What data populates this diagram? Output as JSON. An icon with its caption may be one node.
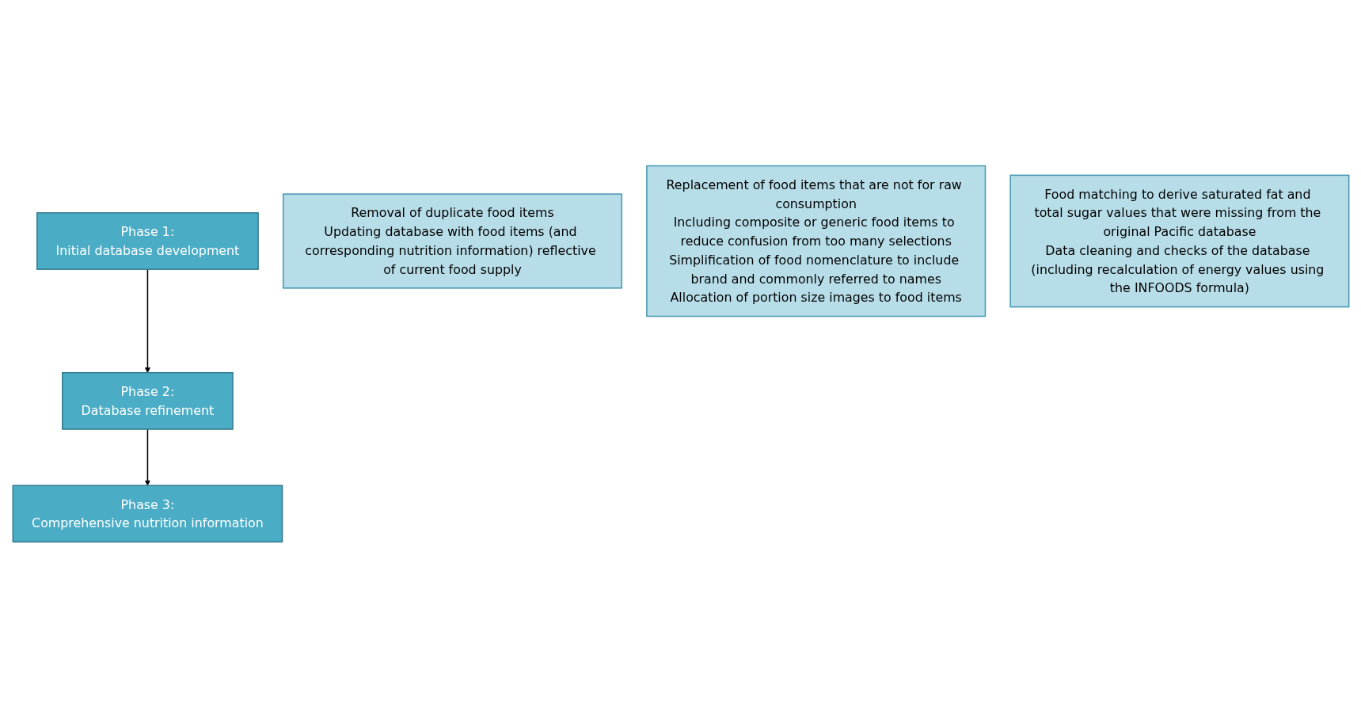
{
  "diagram": {
    "nodes": [
      {
        "text": [
          "Phase 1:",
          "Initial database development"
        ]
      },
      {
        "text": [
          "Removal of duplicate food items",
          "Updating database with food items (and corresponding nutrition information) reflective of current food supply"
        ]
      },
      {
        "text": [
          "Phase 2:",
          "Database refinement"
        ]
      },
      {
        "text": [
          "Replacement of food items that are not for raw consumption",
          "Including composite or generic food items to reduce confusion from too many selections",
          "Simplification of food nomenclature to include brand and commonly referred to names",
          "Allocation of portion size images to food items"
        ]
      },
      {
        "text": [
          "Phase 3:",
          "Comprehensive nutrition information"
        ]
      },
      {
        "text": [
          "Food matching to derive saturated fat and total sugar values that were missing from the original Pacific database",
          "Data cleaning and checks of the database (including recalculation of energy values using the INFOODS formula)"
        ]
      }
    ],
    "edges": [
      {
        "from": 0,
        "to": 2,
        "arrow": "to"
      },
      {
        "from": 2,
        "to": 4,
        "arrow": "to"
      }
    ]
  }
}
